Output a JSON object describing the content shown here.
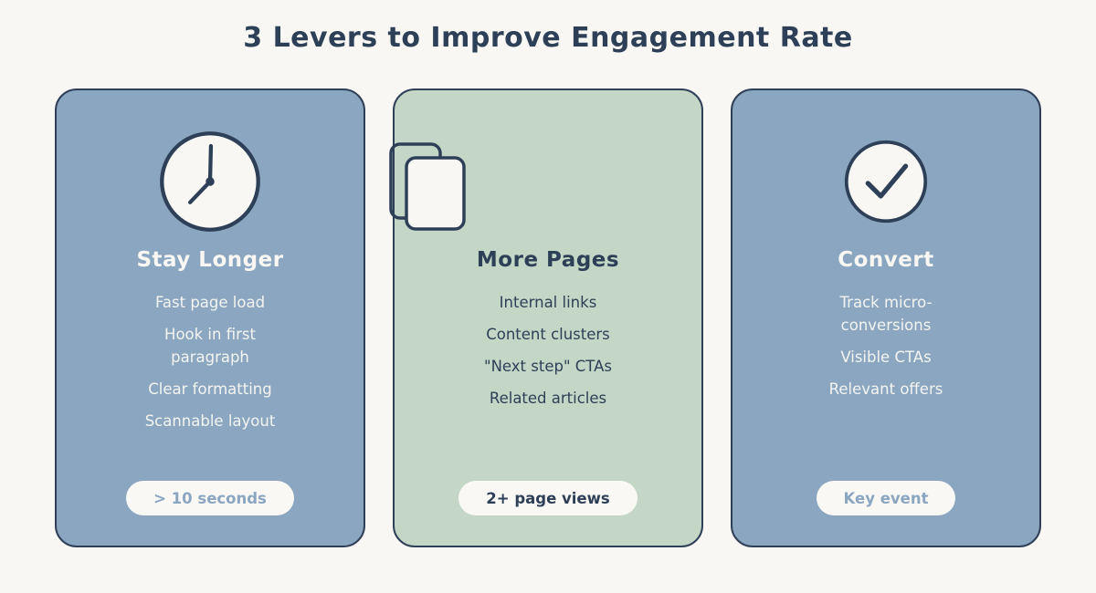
{
  "title": "3 Levers to Improve Engagement Rate",
  "colors": {
    "background": "#f8f7f3",
    "navy": "#2e4057",
    "blue_card": "#8ba6c0",
    "green_card": "#c4d7c6",
    "badge_background": "#f9f8f5"
  },
  "cards": [
    {
      "title": "Stay Longer",
      "icon": "clock-icon",
      "items": [
        "Fast page load",
        "Hook in first paragraph",
        "Clear formatting",
        "Scannable layout"
      ],
      "badge": "> 10 seconds"
    },
    {
      "title": "More Pages",
      "icon": "pages-icon",
      "items": [
        "Internal links",
        "Content clusters",
        "\"Next step\" CTAs",
        "Related articles"
      ],
      "badge": "2+ page views"
    },
    {
      "title": "Convert",
      "icon": "check-icon",
      "items": [
        "Track micro-conversions",
        "Visible CTAs",
        "Relevant offers"
      ],
      "badge": "Key event"
    }
  ]
}
